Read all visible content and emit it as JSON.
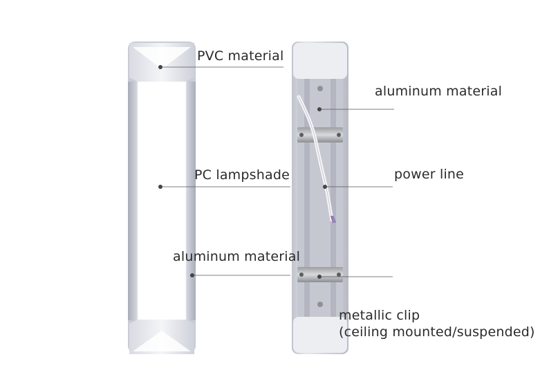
{
  "labels": {
    "pvc_material": "PVC material",
    "pc_lampshade": "PC lampshade",
    "aluminum_left": "aluminum material",
    "aluminum_right": "aluminum material",
    "power_line": "power line",
    "metallic_clip_line1": "metallic clip",
    "metallic_clip_line2": "(ceiling mounted/suspended)"
  }
}
